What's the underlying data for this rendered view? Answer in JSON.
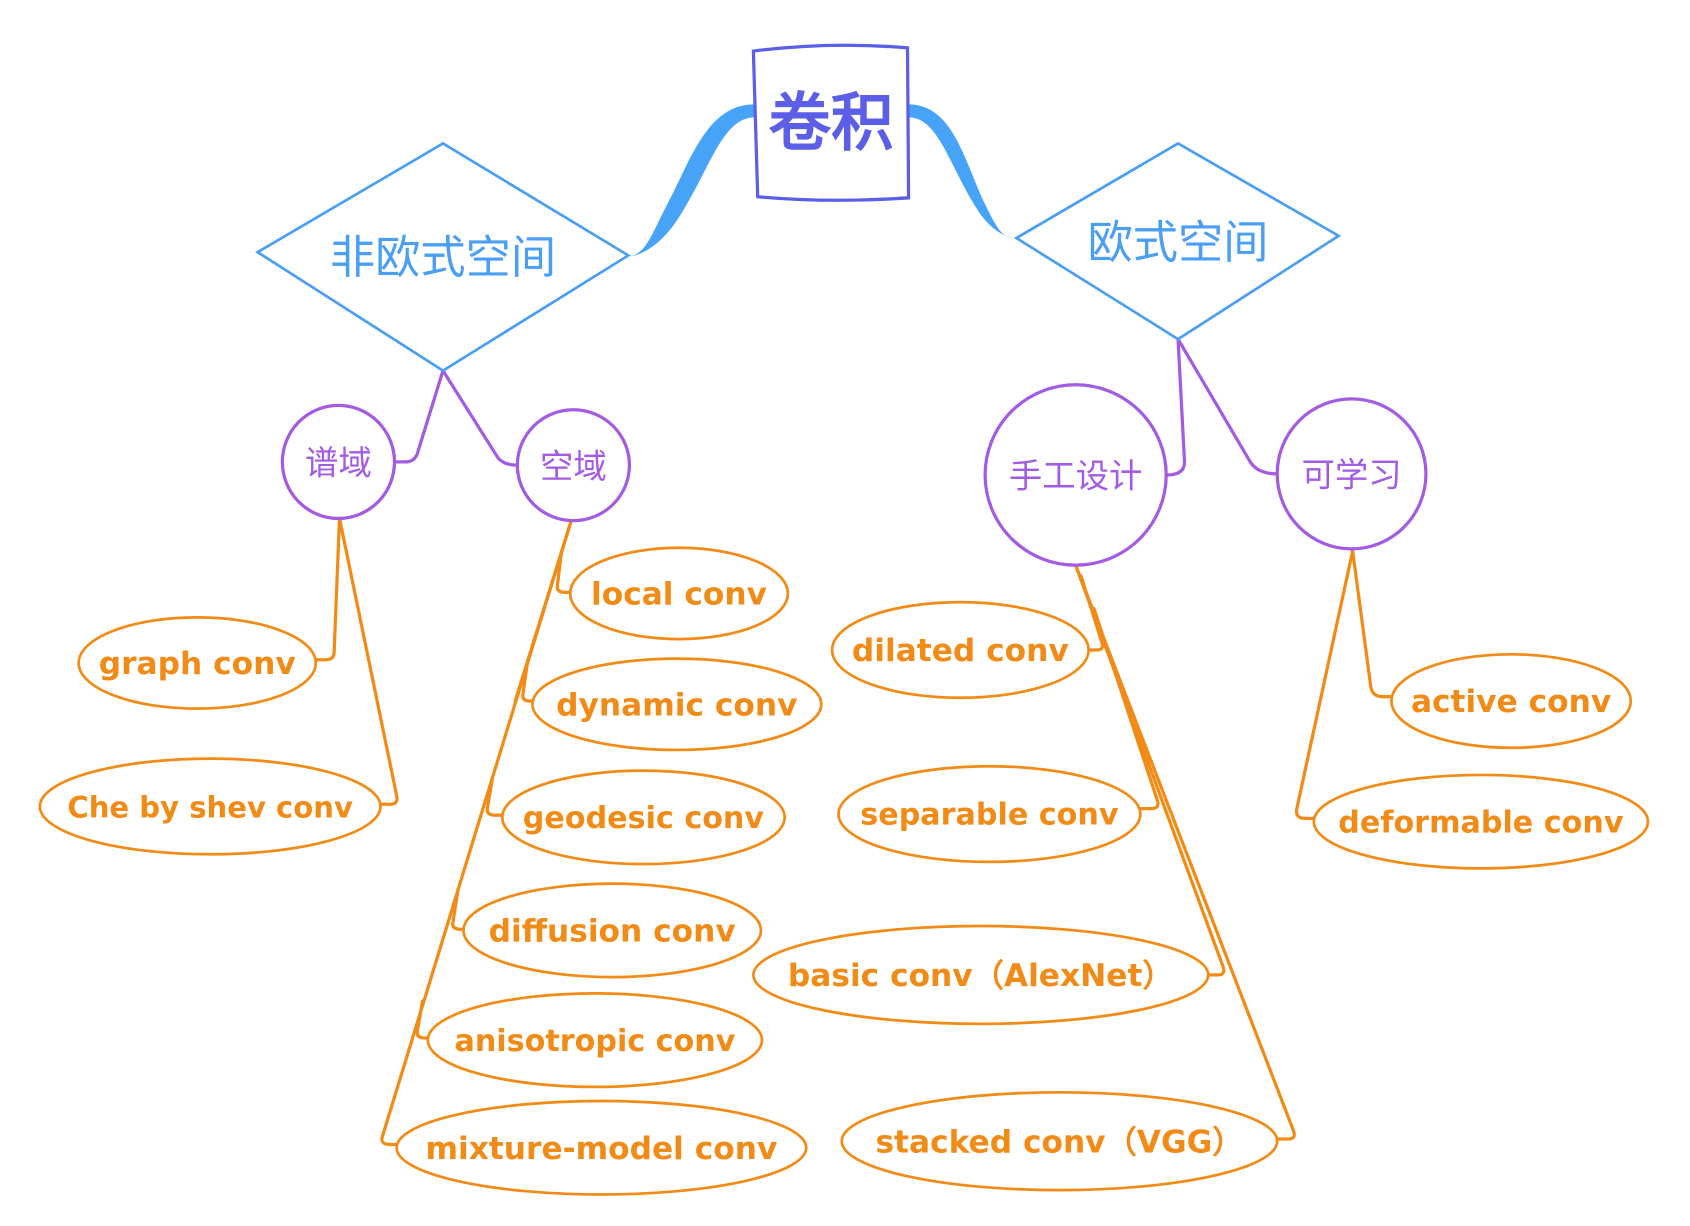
{
  "root": {
    "label": "卷积"
  },
  "branches": [
    {
      "key": "non_euclidean",
      "label": "非欧式空间",
      "children": [
        {
          "key": "spectral",
          "label": "谱域",
          "leaves": [
            "graph conv",
            "Che by shev conv"
          ]
        },
        {
          "key": "spatial",
          "label": "空域",
          "leaves": [
            "local conv",
            "dynamic conv",
            "geodesic conv",
            "diffusion conv",
            "anisotropic conv",
            "mixture-model conv"
          ]
        }
      ]
    },
    {
      "key": "euclidean",
      "label": "欧式空间",
      "children": [
        {
          "key": "handcrafted",
          "label": "手工设计",
          "leaves": [
            "dilated conv",
            "separable conv",
            "basic conv（AlexNet）",
            "stacked conv（VGG）"
          ]
        },
        {
          "key": "learnable",
          "label": "可学习",
          "leaves": [
            "active conv",
            "deformable conv"
          ]
        }
      ]
    }
  ],
  "colors": {
    "root": "#5b5ee6",
    "category": "#4a9ff5",
    "subcategory": "#a35be3",
    "leaf": "#f28a16"
  }
}
